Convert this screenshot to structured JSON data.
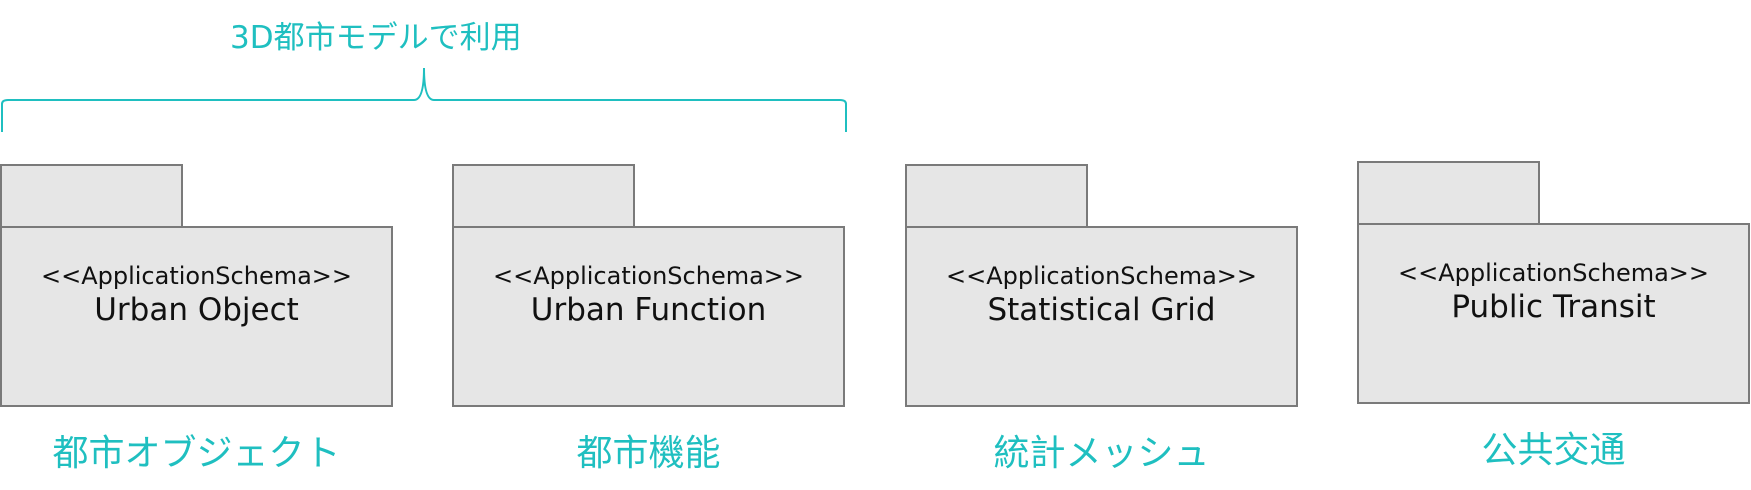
{
  "usage_group": {
    "label": "3D都市モデルで利用"
  },
  "colors": {
    "accent": "#1fbfc0",
    "package_fill": "#e6e6e6",
    "package_border": "#7a7a7a"
  },
  "packages": [
    {
      "stereotype": "<<ApplicationSchema>>",
      "name": "Urban Object",
      "caption": "都市オブジェクト"
    },
    {
      "stereotype": "<<ApplicationSchema>>",
      "name": "Urban Function",
      "caption": "都市機能"
    },
    {
      "stereotype": "<<ApplicationSchema>>",
      "name": "Statistical Grid",
      "caption": "統計メッシュ"
    },
    {
      "stereotype": "<<ApplicationSchema>>",
      "name": "Public Transit",
      "caption": "公共交通"
    }
  ]
}
